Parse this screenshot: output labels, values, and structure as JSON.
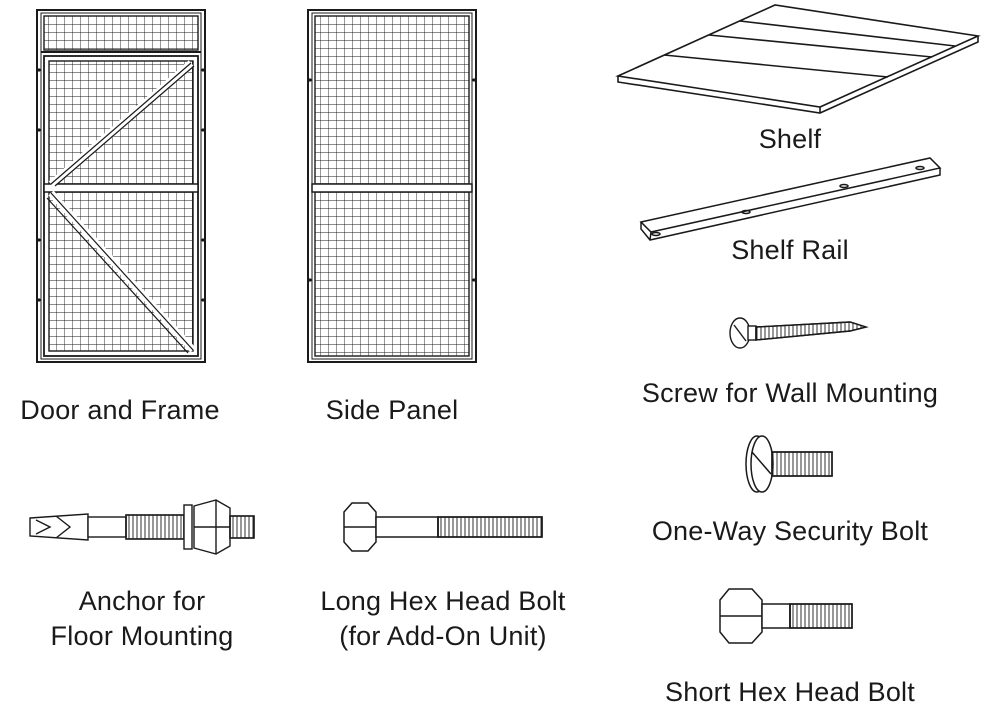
{
  "colors": {
    "ink": "#1a1a1a",
    "paper": "#ffffff"
  },
  "parts": [
    {
      "key": "door_and_frame",
      "label": "Door and Frame"
    },
    {
      "key": "side_panel",
      "label": "Side Panel"
    },
    {
      "key": "shelf",
      "label": "Shelf"
    },
    {
      "key": "shelf_rail",
      "label": "Shelf Rail"
    },
    {
      "key": "wall_screw",
      "label": "Screw for Wall Mounting"
    },
    {
      "key": "security_bolt",
      "label": "One-Way Security Bolt"
    },
    {
      "key": "floor_anchor",
      "label_line1": "Anchor for",
      "label_line2": "Floor Mounting"
    },
    {
      "key": "long_hex_bolt",
      "label_line1": "Long Hex Head Bolt",
      "label_line2": "(for Add-On Unit)"
    },
    {
      "key": "short_hex_bolt",
      "label": "Short Hex Head Bolt"
    }
  ]
}
